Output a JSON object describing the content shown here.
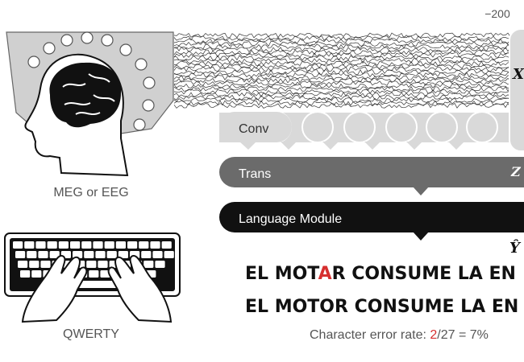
{
  "axis_tick": "−200",
  "symbols": {
    "x": "X",
    "z": "Z",
    "y_hat": "Ŷ"
  },
  "modules": {
    "conv": "Conv",
    "trans": "Trans",
    "language": "Language Module"
  },
  "captions": {
    "meg_eeg": "MEG or EEG",
    "qwerty": "QWERTY"
  },
  "prediction": {
    "prefix": "EL MOT",
    "error_char": "A",
    "suffix": "R CONSUME LA EN"
  },
  "target": "EL MOTOR CONSUME LA EN",
  "cer": {
    "label": "Character error rate: ",
    "errors": "2",
    "rest": "/27 = 7%"
  },
  "colors": {
    "error": "#d62f2f",
    "trans": "#6b6b6b",
    "language": "#111111",
    "conv": "#d9d9d9",
    "helmet": "#d0d0d0"
  }
}
